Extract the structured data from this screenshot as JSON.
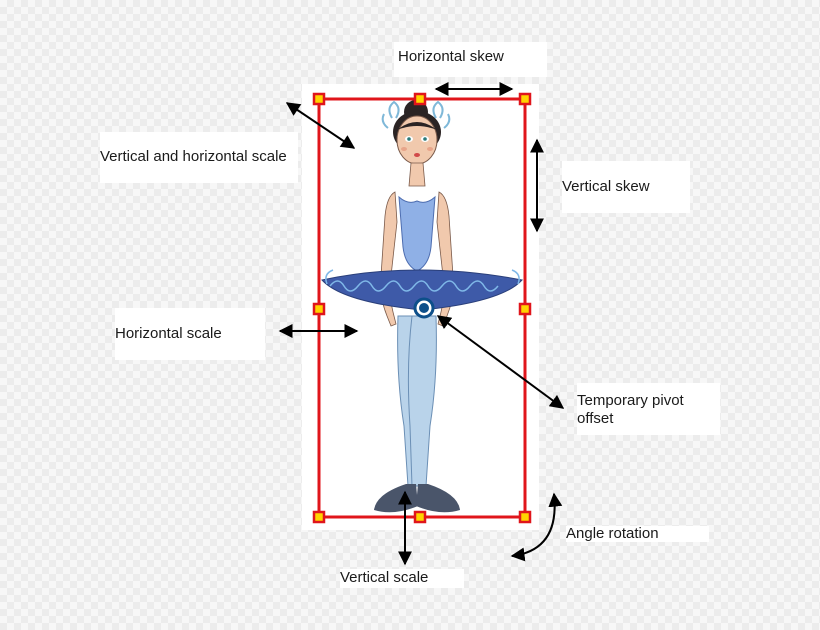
{
  "labels": {
    "horizontal_skew": "Horizontal skew",
    "vertical_and_horizontal_scale": "Vertical and horizontal scale",
    "vertical_skew": "Vertical skew",
    "horizontal_scale": "Horizontal scale",
    "temporary_pivot_offset_line1": "Temporary pivot",
    "temporary_pivot_offset_line2": "offset",
    "angle_rotation": "Angle rotation",
    "vertical_scale": "Vertical scale"
  },
  "colors": {
    "bounding_box": "#e0151b",
    "handle_fill": "#ffd400",
    "arrow": "#000000",
    "pivot": "#0d4f8a",
    "tutu": "#3e5aa8",
    "tights": "#b9d3ea"
  }
}
